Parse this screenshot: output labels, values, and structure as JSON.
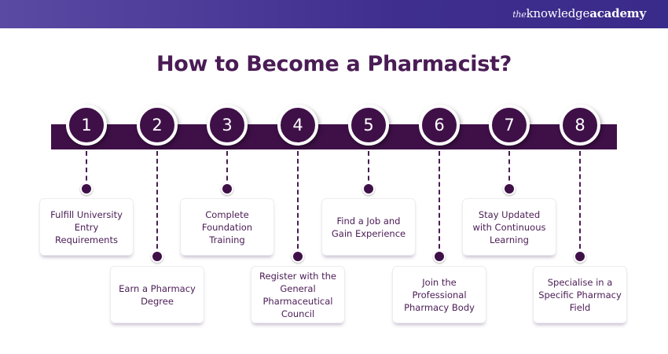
{
  "header": {
    "brand_prefix": "the",
    "brand_main": "knowledge",
    "brand_bold": "academy"
  },
  "title": "How to Become a Pharmacist?",
  "colors": {
    "primary": "#3f1048",
    "text": "#4a1c55",
    "topbar": "#3f2e8e"
  },
  "steps": [
    {
      "number": "1",
      "label": "Fulfill University Entry Requirements",
      "position": "top"
    },
    {
      "number": "2",
      "label": "Earn a Pharmacy Degree",
      "position": "bottom"
    },
    {
      "number": "3",
      "label": "Complete Foundation Training",
      "position": "top"
    },
    {
      "number": "4",
      "label": "Register with the General Pharmaceutical Council",
      "position": "bottom"
    },
    {
      "number": "5",
      "label": "Find a Job and Gain Experience",
      "position": "top"
    },
    {
      "number": "6",
      "label": "Join the Professional Pharmacy Body",
      "position": "bottom"
    },
    {
      "number": "7",
      "label": "Stay Updated with Continuous Learning",
      "position": "top"
    },
    {
      "number": "8",
      "label": "Specialise in a Specific Pharmacy Field",
      "position": "bottom"
    }
  ]
}
